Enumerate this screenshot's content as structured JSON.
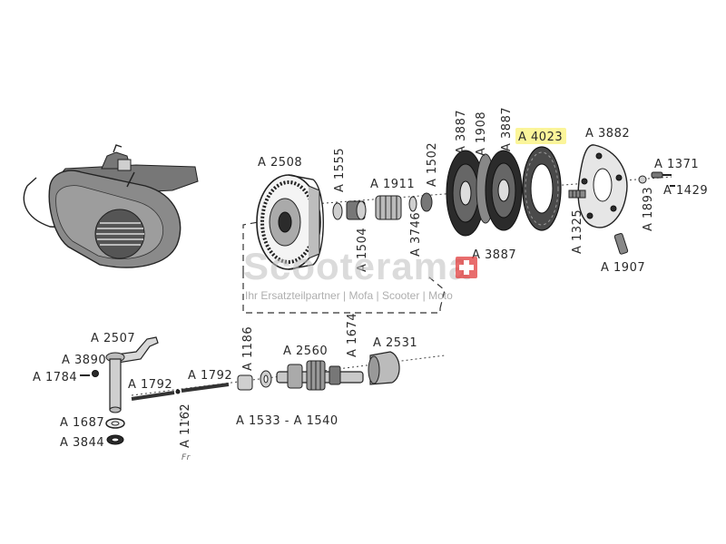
{
  "labels": {
    "a2508": "A 2508",
    "a1555": "A 1555",
    "a1911": "A 1911",
    "a1502": "A 1502",
    "a1504": "A 1504",
    "a3746": "A 3746",
    "a3887_top": "A 3887",
    "a1908": "A 1908",
    "a3887_mid": "A 3887",
    "a3887_bottom": "A 3887",
    "a4023": "A 4023",
    "a3882": "A 3882",
    "a1371": "A 1371",
    "a1429": "A 1429",
    "a1325": "A 1325",
    "a1893": "A 1893",
    "a1907": "A 1907",
    "a2507": "A 2507",
    "a3890": "A 3890",
    "a1784": "A 1784",
    "a1792_left": "A 1792",
    "a1792_right": "A 1792",
    "a1687": "A 1687",
    "a3844": "A 3844",
    "a1162": "A 1162",
    "a1186": "A 1186",
    "a2560": "A 2560",
    "a1674": "A 1674",
    "a2531": "A 2531",
    "a1533_1540": "A 1533 - A 1540",
    "mark": "Fr"
  },
  "highlight_color": "#fbf59a",
  "watermark": {
    "title": "Scooterama",
    "subtitle": "Ihr Ersatzteilpartner | Mofa | Scooter | Moto",
    "badge_color": "#e03c3c"
  }
}
